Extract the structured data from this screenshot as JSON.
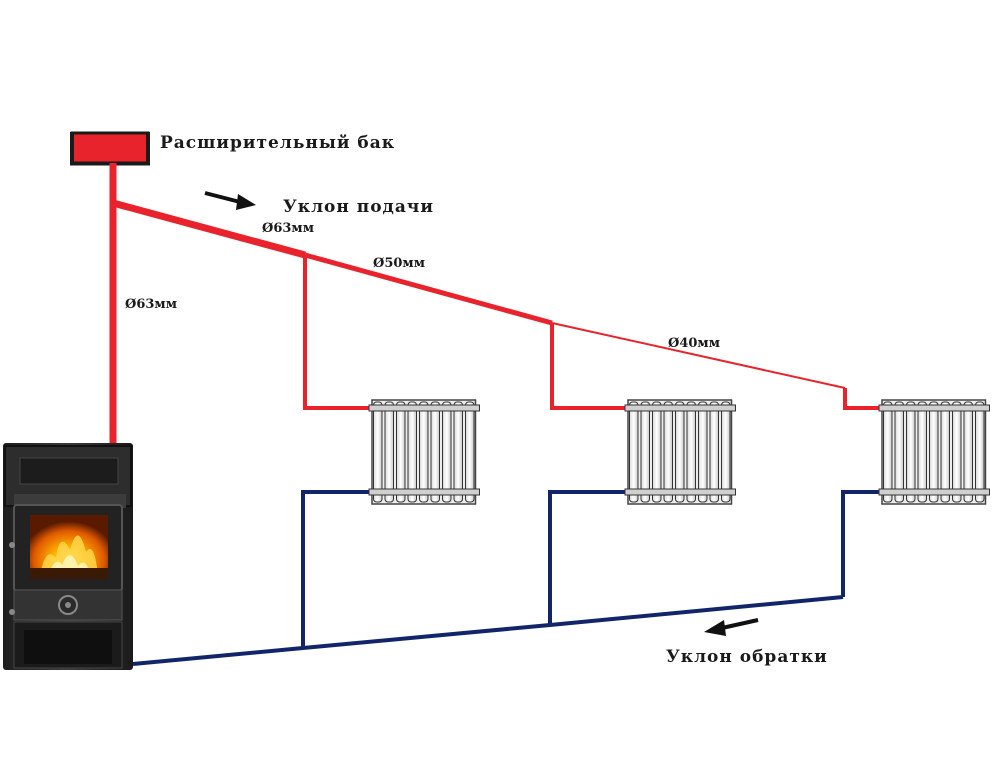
{
  "labels": {
    "expansion_tank": "Расширительный бак",
    "supply_slope": "Уклон подачи",
    "return_slope": "Уклон обратки",
    "dia_riser": "Ø63мм",
    "dia_supply_1": "Ø63мм",
    "dia_supply_2": "Ø50мм",
    "dia_supply_3": "Ø40мм"
  },
  "colors": {
    "supply": "#e8232b",
    "return": "#12256b",
    "radiator": "#f4f4f4",
    "stove_body": "#2b2b2b"
  },
  "radiators": [
    {
      "name": "radiator-1"
    },
    {
      "name": "radiator-2"
    },
    {
      "name": "radiator-3"
    }
  ]
}
